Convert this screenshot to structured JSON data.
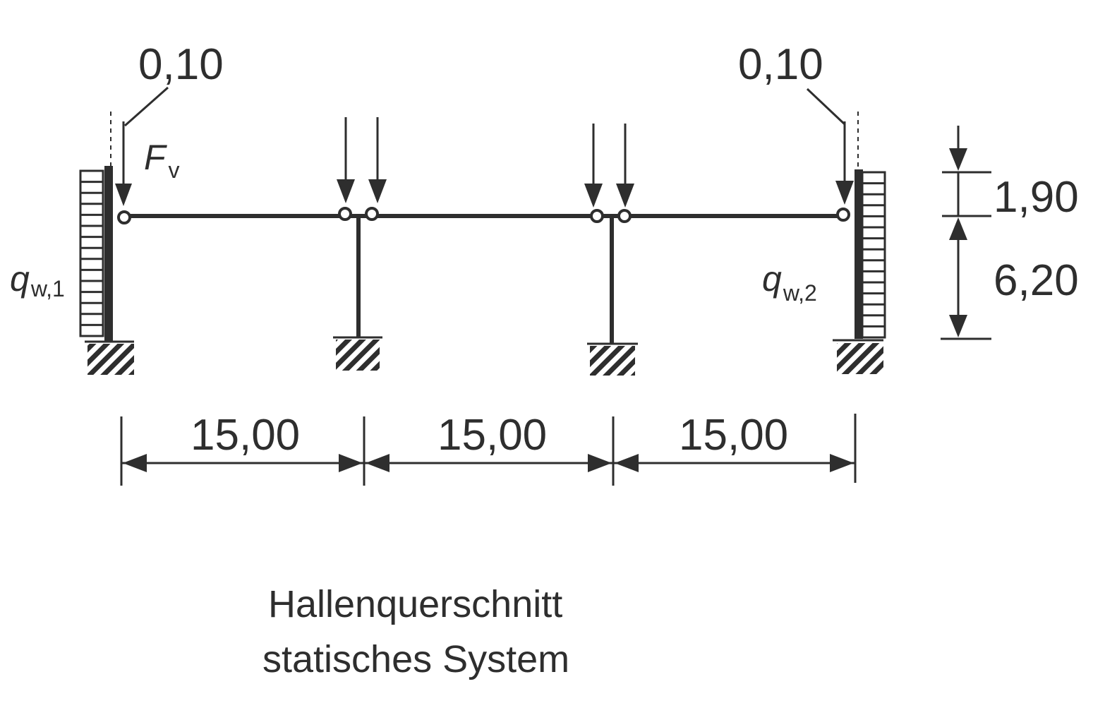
{
  "labels": {
    "eccentricity_left": "0,10",
    "eccentricity_right": "0,10",
    "load_symbol": "F",
    "load_subscript": "v",
    "wind_left_symbol": "q",
    "wind_left_subscript": "w,1",
    "wind_right_symbol": "q",
    "wind_right_subscript": "w,2",
    "height_upper": "1,90",
    "height_lower": "6,20",
    "span_1": "15,00",
    "span_2": "15,00",
    "span_3": "15,00"
  },
  "caption": {
    "line1": "Hallenquerschnitt",
    "line2": "statisches System"
  }
}
